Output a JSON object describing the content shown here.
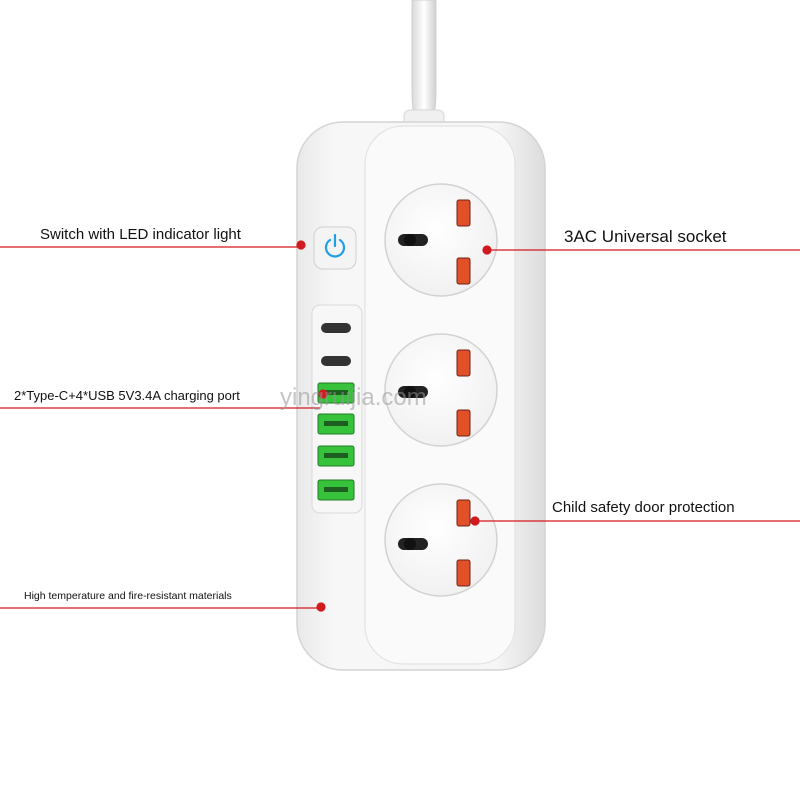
{
  "callouts": {
    "switch": "Switch with LED indicator light",
    "ports": "2*Type-C+4*USB 5V3.4A charging port",
    "temperature": "High temperature and fire-resistant materials",
    "ac_socket": "3AC Universal socket",
    "child_safety": "Child safety door protection"
  },
  "watermark": "yingruijia.com",
  "colors": {
    "callout_line": "#d2191e",
    "usb_port": "#36c23a",
    "socket_shutter": "#e2502a",
    "power_button": "#1ea0e6"
  },
  "icons": {
    "power": "power-icon",
    "usb_a": "usb-a-port-icon",
    "usb_c": "usb-c-port-icon"
  }
}
